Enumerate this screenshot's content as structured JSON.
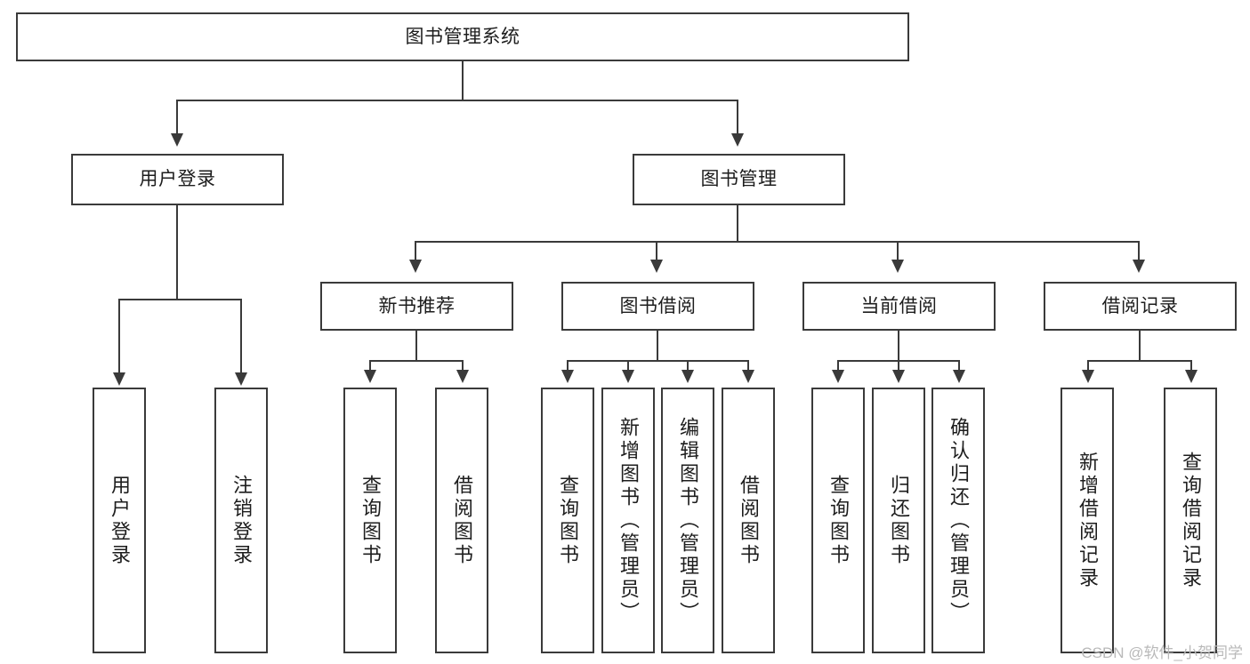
{
  "diagram": {
    "title": "图书管理系统",
    "type": "tree",
    "watermark": "CSDN @软件_小贺同学",
    "colors": {
      "background": "#ffffff",
      "box_fill": "#ffffff",
      "stroke": "#3a3a3a",
      "text": "#1d1d1d",
      "watermark": "#b9b9b9"
    }
  },
  "nodes": {
    "root": {
      "label": "图书管理系统"
    },
    "level2": [
      {
        "label": "用户登录"
      },
      {
        "label": "图书管理"
      }
    ],
    "level3": [
      {
        "label": "新书推荐"
      },
      {
        "label": "图书借阅"
      },
      {
        "label": "当前借阅"
      },
      {
        "label": "借阅记录"
      }
    ],
    "leaves": {
      "user_login": [
        {
          "label": "用户登录"
        },
        {
          "label": "注销登录"
        }
      ],
      "new_book_recommend": [
        {
          "label": "查询图书"
        },
        {
          "label": "借阅图书"
        }
      ],
      "book_borrow": [
        {
          "label": "查询图书"
        },
        {
          "label": "新增图书（管理员）"
        },
        {
          "label": "编辑图书（管理员）"
        },
        {
          "label": "借阅图书"
        }
      ],
      "current_borrow": [
        {
          "label": "查询图书"
        },
        {
          "label": "归还图书"
        },
        {
          "label": "确认归还（管理员）"
        }
      ],
      "borrow_record": [
        {
          "label": "新增借阅记录"
        },
        {
          "label": "查询借阅记录"
        }
      ]
    }
  }
}
